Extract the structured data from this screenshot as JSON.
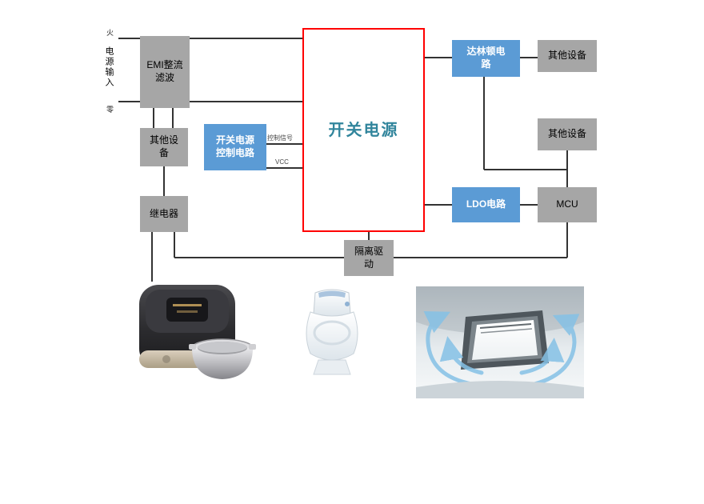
{
  "colors": {
    "block_gray": "#A6A6A6",
    "block_blue": "#5B9BD5",
    "smps_border": "#FF0000",
    "smps_text": "#31859C",
    "connector": "#333333",
    "airflow_blue": "#85C1E6"
  },
  "diagram": {
    "input": {
      "live": "火",
      "label": "电源输入",
      "neutral": "零"
    },
    "blocks": {
      "emi": "EMI整流滤波",
      "other_left": "其他设备",
      "relay": "继电器",
      "ctrl": "开关电源控制电路",
      "smps": "开关电源",
      "darlington": "达林顿电路",
      "other_top_right": "其他设备",
      "other_mid_right": "其他设备",
      "ldo": "LDO电路",
      "mcu": "MCU",
      "iso": "隔离驱动"
    },
    "signals": {
      "control": "控制信号",
      "vcc": "VCC"
    }
  },
  "images": {
    "rice_cooker": "rice-cooker-photo",
    "toilet": "smart-toilet-photo",
    "bath_heater": "bath-heater-photo"
  }
}
